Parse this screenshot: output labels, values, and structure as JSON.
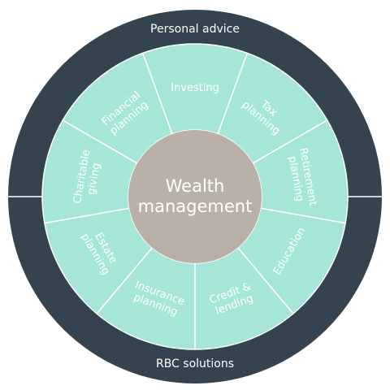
{
  "colors": {
    "outer_ring": "#34434e",
    "segment_fill": "#a6e6d8",
    "segment_border": "#ffffff",
    "center_fill": "#b9b1a8",
    "text": "#ffffff"
  },
  "outer_ring": {
    "top_label": "Personal advice",
    "bottom_label": "RBC solutions"
  },
  "center": {
    "line1": "Wealth",
    "line2": "management"
  },
  "segments": [
    {
      "lines": [
        "Investing"
      ]
    },
    {
      "lines": [
        "Tax",
        "planning"
      ]
    },
    {
      "lines": [
        "Retirement",
        "planning"
      ]
    },
    {
      "lines": [
        "Education"
      ]
    },
    {
      "lines": [
        "Credit &",
        "lending"
      ]
    },
    {
      "lines": [
        "Insurance",
        "planning"
      ]
    },
    {
      "lines": [
        "Estate",
        "planning"
      ]
    },
    {
      "lines": [
        "Charitable",
        "giving"
      ]
    },
    {
      "lines": [
        "Financial",
        "planning"
      ]
    }
  ]
}
